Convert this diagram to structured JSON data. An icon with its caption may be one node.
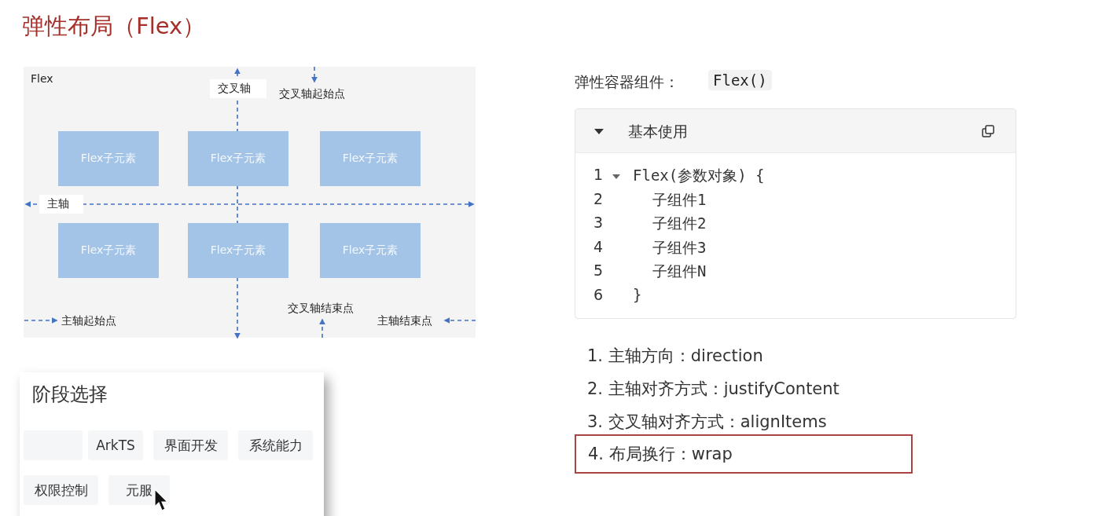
{
  "diagram": {
    "title": "弹性布局（Flex）",
    "nodes": [
      {
        "text": [
          "Flex"
        ]
      },
      {
        "text": [
          "Flex子元素"
        ],
        "in": 0
      },
      {
        "text": [
          "Flex子元素"
        ],
        "in": 0
      },
      {
        "text": [
          "Flex子元素"
        ],
        "in": 0
      },
      {
        "text": [
          "Flex子元素"
        ],
        "in": 0
      },
      {
        "text": [
          "Flex子元素"
        ],
        "in": 0
      },
      {
        "text": [
          "Flex子元素"
        ],
        "in": 0
      },
      {
        "text": [
          "阶段选择"
        ]
      },
      {
        "text": [],
        "shape": "box",
        "in": 7
      },
      {
        "text": [
          "ArkTS"
        ],
        "in": 7
      },
      {
        "text": [
          "界面开发"
        ],
        "in": 7
      },
      {
        "text": [
          "系统能力"
        ],
        "in": 7
      },
      {
        "text": [
          "权限控制"
        ],
        "in": 7
      },
      {
        "text": [
          "元服"
        ],
        "in": 7
      },
      {
        "text": [
          "基本使用"
        ]
      },
      {
        "text": [
          "4. 布局换行：wrap"
        ]
      }
    ],
    "labels": [
      "弹性容器组件：",
      "Flex()",
      "交叉轴",
      "交叉轴起始点",
      "主轴",
      "主轴起始点",
      "交叉轴结束点",
      "主轴结束点",
      "1",
      "Flex(参数对象) {",
      "2",
      "子组件1",
      "3",
      "子组件2",
      "4",
      "子组件3",
      "5",
      "子组件N",
      "6",
      "}",
      "1. 主轴方向：direction",
      "2. 主轴对齐方式：justifyContent",
      "3. 交叉轴对齐方式：alignItems"
    ]
  }
}
